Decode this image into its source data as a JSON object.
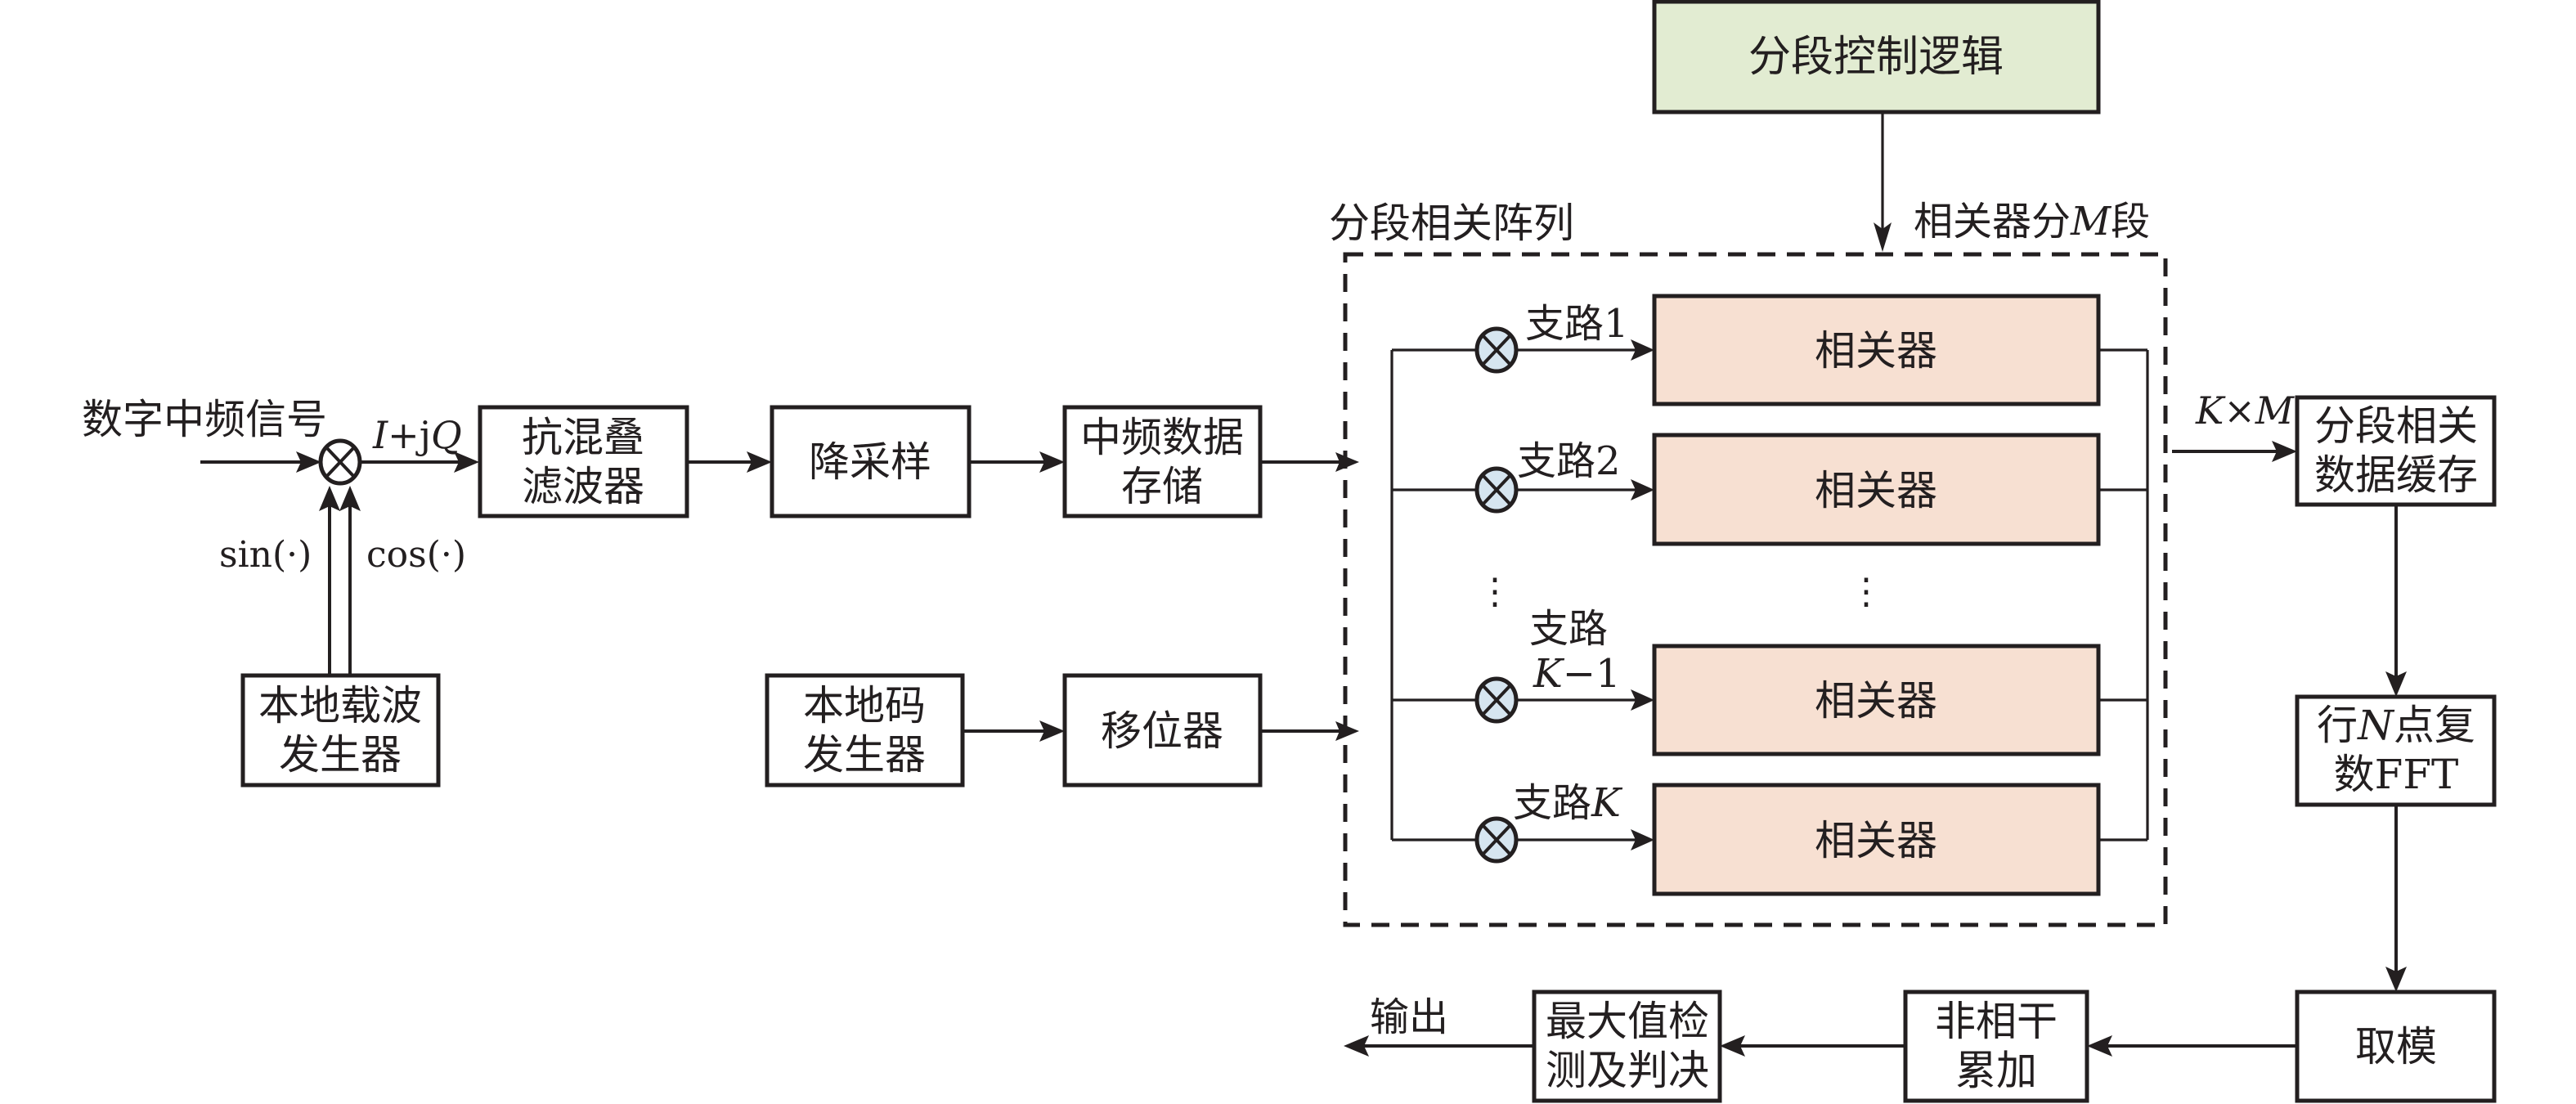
{
  "diagram": {
    "colors": {
      "line": "#231f20",
      "control_fill": "#e2ecd2",
      "correlator_fill": "#f7e0d2",
      "multiplier_fill": "#d6e5f0",
      "box_fill": "#ffffff"
    },
    "input_label": "数字中频信号",
    "iq_label_i": "I",
    "iq_label_rest": "+j",
    "iq_label_q": "Q",
    "sin_label": "sin(·)",
    "cos_label": "cos(·)",
    "blocks": {
      "carrier_gen": [
        "本地载波",
        "发生器"
      ],
      "anti_alias": [
        "抗混叠",
        "滤波器"
      ],
      "downsample": [
        "降采样"
      ],
      "if_storage": [
        "中频数据",
        "存储"
      ],
      "code_gen": [
        "本地码",
        "发生器"
      ],
      "shifter": [
        "移位器"
      ],
      "control": [
        "分段控制逻辑"
      ],
      "seg_buffer": [
        "分段相关",
        "数据缓存"
      ],
      "fft": [
        "行",
        "N",
        "点复",
        "数FFT"
      ],
      "modulus": [
        "取模"
      ],
      "noncoherent": [
        "非相干",
        "累加"
      ],
      "max_detect": [
        "最大值检",
        "测及判决"
      ]
    },
    "array_title": "分段相关阵列",
    "segment_label_pre": "相关器分",
    "segment_label_m": "M",
    "segment_label_post": "段",
    "km_label": "K×M",
    "output_label": "输出",
    "branches": [
      {
        "label": "支路1",
        "correlator": "相关器"
      },
      {
        "label": "支路2",
        "correlator": "相关器"
      },
      {
        "label_line1": "支路",
        "label_line2_k": "K",
        "label_line2_rest": "−1",
        "correlator": "相关器"
      },
      {
        "label_pre": "支路",
        "label_k": "K",
        "correlator": "相关器"
      }
    ],
    "ellipsis": "⋮"
  }
}
